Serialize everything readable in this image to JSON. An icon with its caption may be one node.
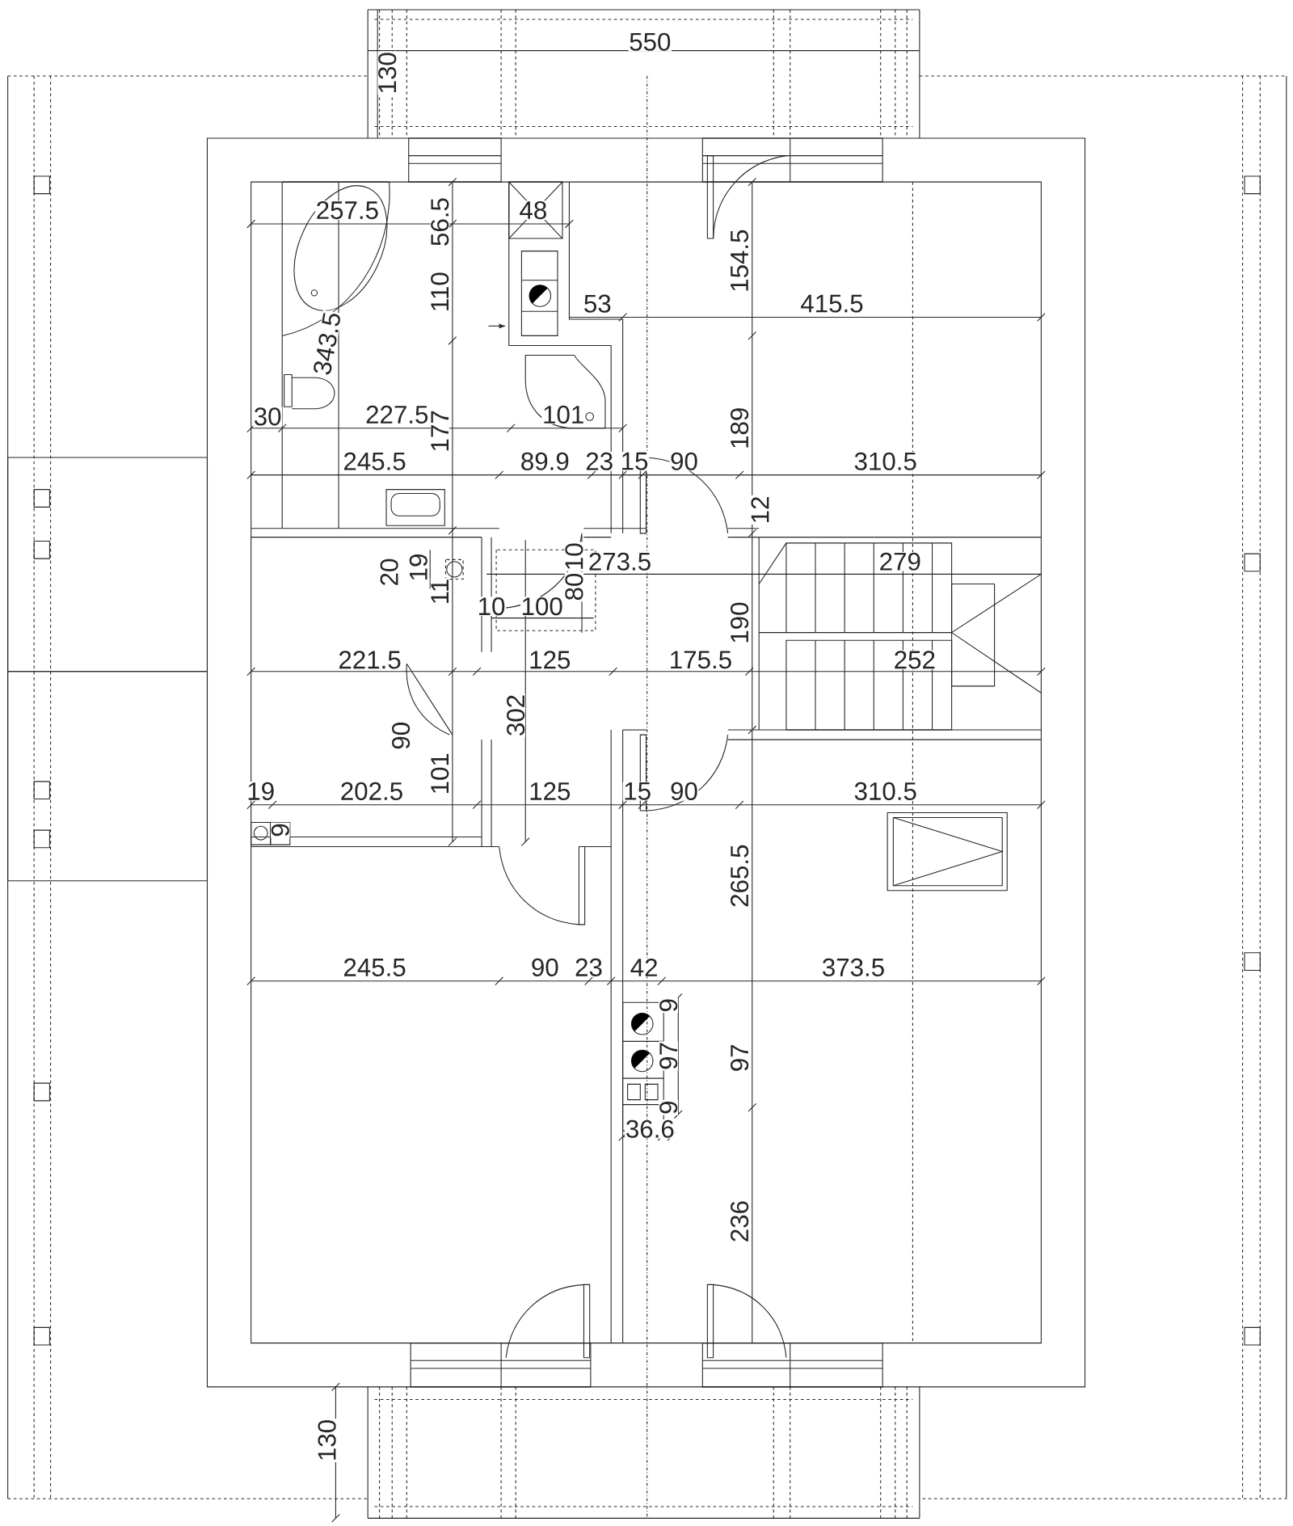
{
  "diagram": {
    "labels": [
      "550",
      "130",
      "257.5",
      "56.5",
      "48",
      "154.5",
      "110",
      "53",
      "415.5",
      "343.5",
      "30",
      "227.5",
      "101",
      "177",
      "189",
      "245.5",
      "89.9",
      "23",
      "15",
      "90",
      "310.5",
      "12",
      "20",
      "19",
      "11",
      "10",
      "80",
      "273.5",
      "279",
      "10",
      "100",
      "190",
      "221.5",
      "125",
      "175.5",
      "252",
      "302",
      "90",
      "101",
      "19",
      "202.5",
      "125",
      "15",
      "90",
      "310.5",
      "9",
      "265.5",
      "245.5",
      "90",
      "23",
      "42",
      "373.5",
      "9",
      "97",
      "97",
      "9",
      "36.6",
      "236",
      "130"
    ]
  }
}
